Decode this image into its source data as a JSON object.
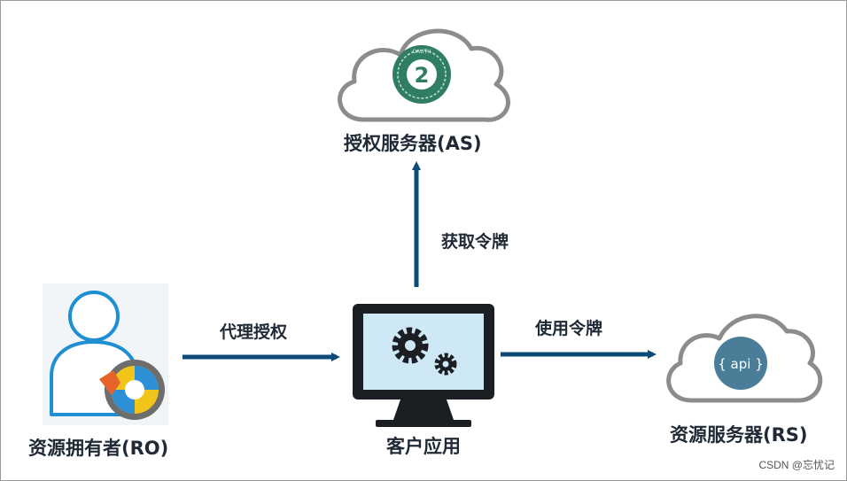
{
  "nodes": {
    "as": {
      "label": "授权服务器(AS)",
      "badge_text": "2",
      "badge_ring_text": "OAUTH"
    },
    "ro": {
      "label": "资源拥有者(RO)"
    },
    "client": {
      "label": "客户应用"
    },
    "rs": {
      "label": "资源服务器(RS)",
      "badge_text": "{ api }"
    }
  },
  "edges": {
    "ro_to_client": {
      "label": "代理授权"
    },
    "client_to_as": {
      "label": "获取令牌"
    },
    "client_to_rs": {
      "label": "使用令牌"
    }
  },
  "watermark": "CSDN @忘忧记",
  "colors": {
    "arrow": "#0d4a78",
    "cloud_stroke": "#8c8c8c",
    "oauth_badge": "#2f7d63",
    "api_badge": "#4a7d98",
    "person_stroke": "#1e8fd3",
    "monitor_screen": "#cfe8f6",
    "text": "#1f2a36"
  }
}
